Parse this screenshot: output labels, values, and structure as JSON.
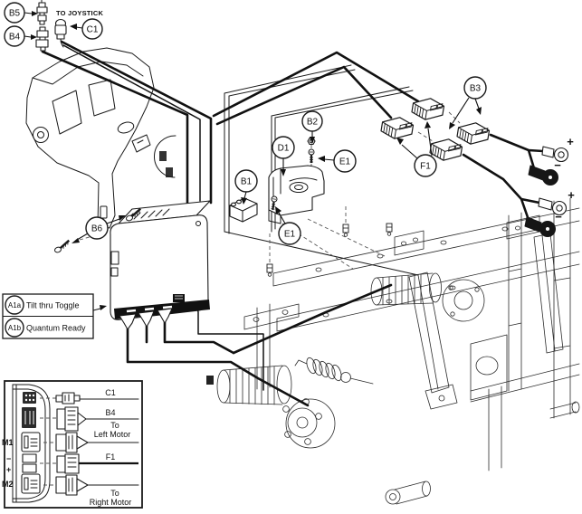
{
  "figure": {
    "joystick_note": "TO JOYSTICK",
    "callouts": {
      "b5": "B5",
      "b4": "B4",
      "c1": "C1",
      "b1": "B1",
      "b2": "B2",
      "b3": "B3",
      "b6": "B6",
      "d1": "D1",
      "e1": "E1",
      "f1": "F1"
    },
    "variant_table": {
      "rows": [
        {
          "id": "A1a",
          "label": "Tilt thru Toggle"
        },
        {
          "id": "A1b",
          "label": "Quantum Ready"
        }
      ]
    },
    "battery": {
      "positive": "+",
      "negative": "−"
    },
    "legend": {
      "module_ports": {
        "m1": "M1",
        "minus": "−",
        "plus": "+",
        "m2": "M2"
      },
      "connector_c1": "C1",
      "connector_b4": "B4",
      "connector_f1": "F1",
      "to_left_motor_line1": "To",
      "to_left_motor_line2": "Left Motor",
      "to_right_motor_line1": "To",
      "to_right_motor_line2": "Right Motor"
    },
    "colors": {
      "line": "#1a1a1a",
      "background": "#ffffff"
    }
  }
}
